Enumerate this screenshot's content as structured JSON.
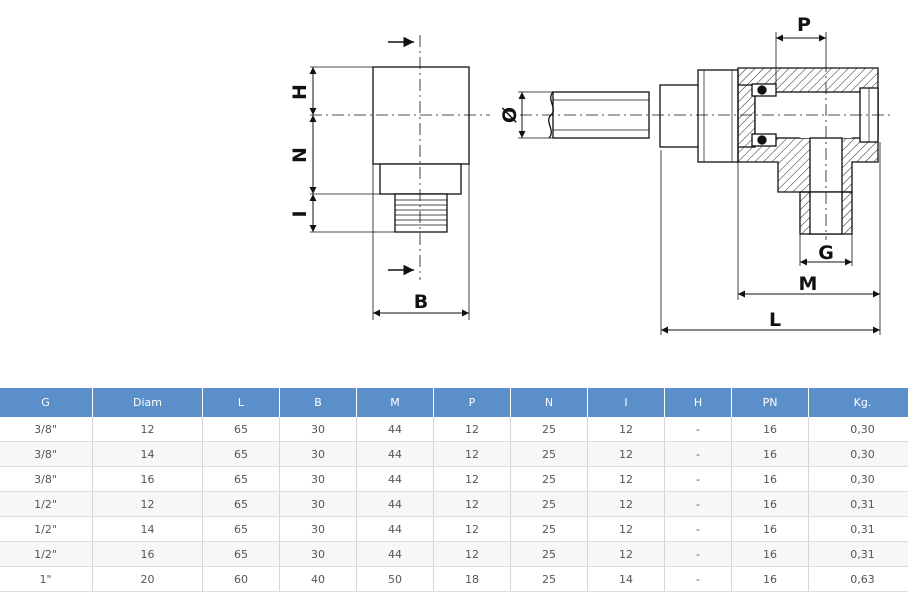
{
  "drawing": {
    "labels": {
      "H": "H",
      "N": "N",
      "I": "I",
      "B": "B",
      "O": "Ø",
      "P": "P",
      "G": "G",
      "M": "M",
      "L": "L"
    }
  },
  "table": {
    "headers": [
      "G",
      "Diam",
      "L",
      "B",
      "M",
      "P",
      "N",
      "I",
      "H",
      "PN",
      "Kg."
    ],
    "rows": [
      [
        "3/8\"",
        "12",
        "65",
        "30",
        "44",
        "12",
        "25",
        "12",
        "-",
        "16",
        "0,30"
      ],
      [
        "3/8\"",
        "14",
        "65",
        "30",
        "44",
        "12",
        "25",
        "12",
        "-",
        "16",
        "0,30"
      ],
      [
        "3/8\"",
        "16",
        "65",
        "30",
        "44",
        "12",
        "25",
        "12",
        "-",
        "16",
        "0,30"
      ],
      [
        "1/2\"",
        "12",
        "65",
        "30",
        "44",
        "12",
        "25",
        "12",
        "-",
        "16",
        "0,31"
      ],
      [
        "1/2\"",
        "14",
        "65",
        "30",
        "44",
        "12",
        "25",
        "12",
        "-",
        "16",
        "0,31"
      ],
      [
        "1/2\"",
        "16",
        "65",
        "30",
        "44",
        "12",
        "25",
        "12",
        "-",
        "16",
        "0,31"
      ],
      [
        "1\"",
        "20",
        "60",
        "40",
        "50",
        "18",
        "25",
        "14",
        "-",
        "16",
        "0,63"
      ]
    ]
  }
}
